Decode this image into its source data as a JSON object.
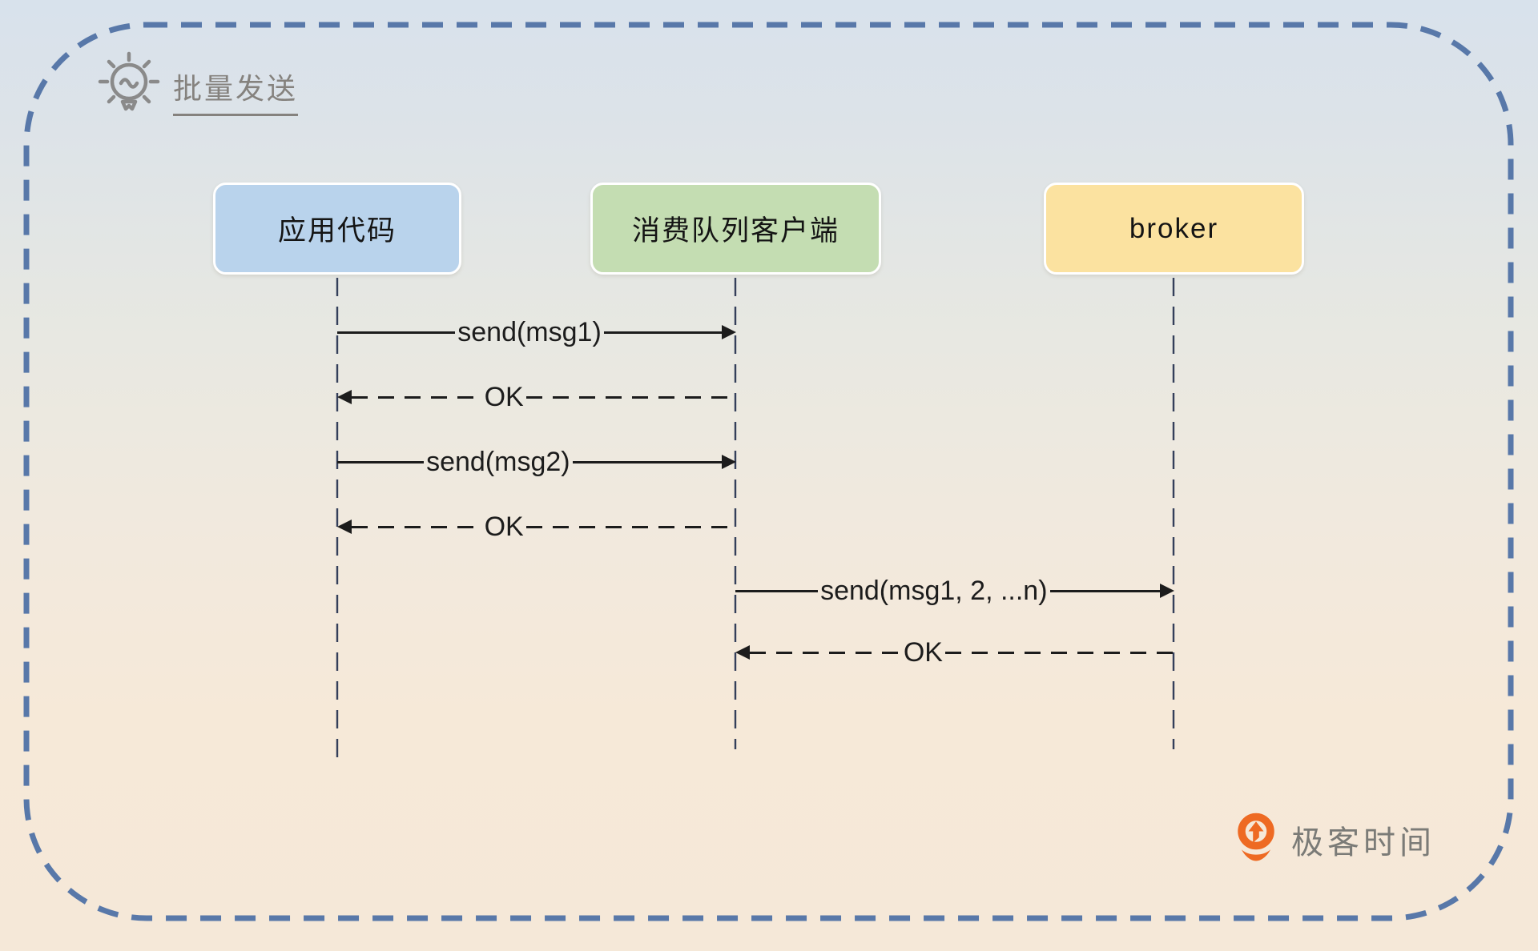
{
  "header": {
    "icon": "lightbulb-icon",
    "title": "批量发送"
  },
  "actors": [
    {
      "id": "app",
      "label": "应用代码",
      "fill_color": "#b9d3ec"
    },
    {
      "id": "client",
      "label": "消费队列客户端",
      "fill_color": "#c4ddb2"
    },
    {
      "id": "broker",
      "label": "broker",
      "fill_color": "#fbe2a0"
    }
  ],
  "messages": [
    {
      "label": "send(msg1)",
      "from": "应用代码",
      "to": "消费队列客户端",
      "line": "solid",
      "direction": "right"
    },
    {
      "label": "OK",
      "from": "消费队列客户端",
      "to": "应用代码",
      "line": "dashed",
      "direction": "left"
    },
    {
      "label": "send(msg2)",
      "from": "应用代码",
      "to": "消费队列客户端",
      "line": "solid",
      "direction": "right"
    },
    {
      "label": "OK",
      "from": "消费队列客户端",
      "to": "应用代码",
      "line": "dashed",
      "direction": "left"
    },
    {
      "label": "send(msg1, 2, ...n)",
      "from": "消费队列客户端",
      "to": "broker",
      "line": "solid",
      "direction": "right"
    },
    {
      "label": "OK",
      "from": "broker",
      "to": "消费队列客户端",
      "line": "dashed",
      "direction": "left"
    }
  ],
  "branding": {
    "logo_icon": "geektime-logo-icon",
    "logo_text": "极客时间",
    "logo_color": "#ee6a23",
    "text_color": "#7b7b77"
  },
  "colors": {
    "outer_border": "#5878a9",
    "lifeline": "#343f5a",
    "message_line": "#1c1c1c",
    "title_text": "#85827e",
    "actor_text": "#141414",
    "background_top": "#d8e2ec",
    "background_bottom": "#f5e8d8"
  }
}
